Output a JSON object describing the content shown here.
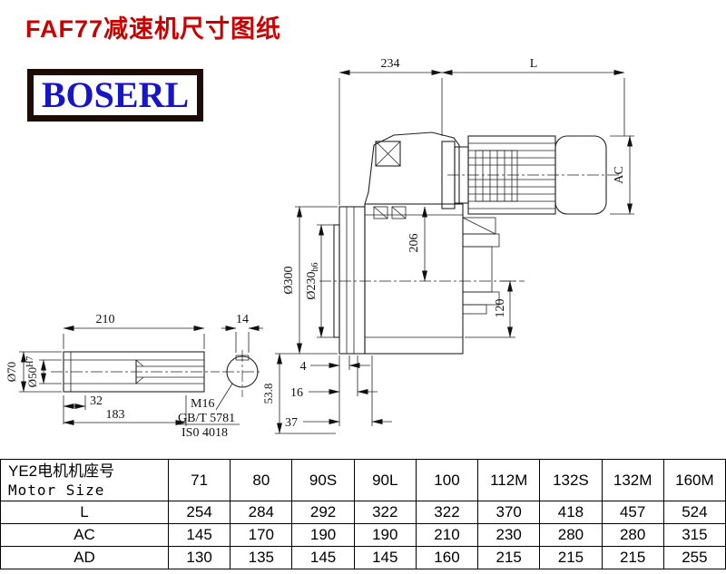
{
  "page": {
    "title": "FAF77减速机尺寸图纸"
  },
  "logo": {
    "text": "BOSERL"
  },
  "drawing": {
    "labels": {
      "dim_234": "234",
      "dim_L": "L",
      "dim_AC": "AC",
      "dim_206": "206",
      "dim_o300": "Ø300",
      "dim_o230": "Ø230",
      "dim_o230_tol": "h6",
      "dim_120": "120",
      "dim_210": "210",
      "dim_14": "14",
      "dim_32": "32",
      "dim_183": "183",
      "dim_o70": "Ø70",
      "dim_o50": "Ø50",
      "dim_o50_tol": "H7",
      "note_m16": "M16",
      "note_gb": "GB/T 5781",
      "note_iso": "IS0 4018",
      "dim_4": "4",
      "dim_16": "16",
      "dim_37": "37",
      "dim_53_8": "53.8"
    }
  },
  "table": {
    "header": {
      "cn": "YE2电机机座号",
      "en": "Motor Size"
    },
    "sizes": [
      "71",
      "80",
      "90S",
      "90L",
      "100",
      "112M",
      "132S",
      "132M",
      "160M"
    ],
    "rows": [
      {
        "label": "L",
        "values": [
          "254",
          "284",
          "292",
          "322",
          "322",
          "370",
          "418",
          "457",
          "524"
        ]
      },
      {
        "label": "AC",
        "values": [
          "145",
          "170",
          "190",
          "190",
          "210",
          "230",
          "280",
          "280",
          "315"
        ]
      },
      {
        "label": "AD",
        "values": [
          "130",
          "135",
          "145",
          "145",
          "160",
          "215",
          "215",
          "215",
          "255"
        ]
      }
    ]
  }
}
